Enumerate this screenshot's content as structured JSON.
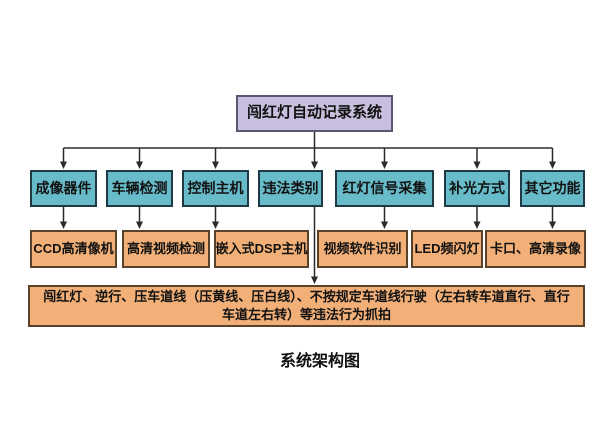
{
  "diagram": {
    "title": "闯红灯自动记录系统",
    "caption": "系统架构图",
    "level2": [
      {
        "label": "成像器件"
      },
      {
        "label": "车辆检测"
      },
      {
        "label": "控制主机"
      },
      {
        "label": "违法类别"
      },
      {
        "label": "红灯信号采集"
      },
      {
        "label": "补光方式"
      },
      {
        "label": "其它功能"
      }
    ],
    "level3": [
      {
        "label": "CCD高清像机"
      },
      {
        "label": "高清视频检测"
      },
      {
        "label": "嵌入式DSP主机"
      },
      {
        "label": "视频软件识别"
      },
      {
        "label": "LED频闪灯"
      },
      {
        "label": "卡口、高清录像"
      }
    ],
    "violations": {
      "line1": "闯红灯、逆行、压车道线（压黄线、压白线）、不按规定车道线行驶（左右转车道直行、直行",
      "line2": "车道左右转）等违法行为抓拍"
    },
    "colors": {
      "root_fill": "#c8c0de",
      "root_border": "#5b5675",
      "level2_fill": "#68bcca",
      "level2_border": "#1f3a44",
      "level3_fill": "#f2b078",
      "level3_border": "#58422a",
      "connector": "#2b2b2b"
    }
  }
}
